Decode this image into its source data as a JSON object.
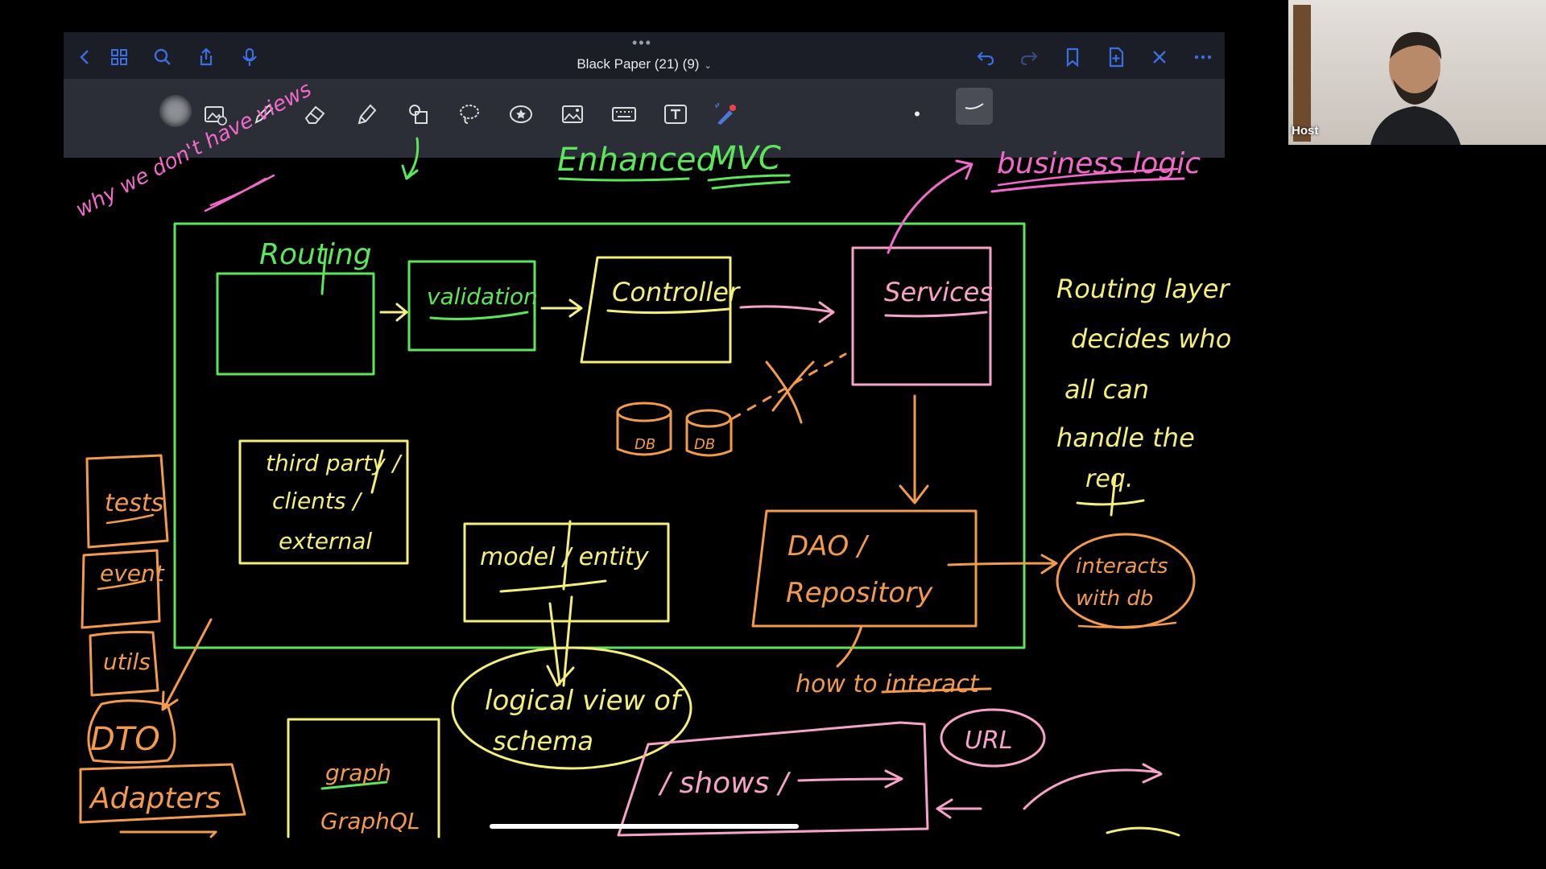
{
  "window": {
    "title": "Black Paper  (21) (9)"
  },
  "topbar": {
    "left_icons": [
      "back-chevron-icon",
      "grid-icon",
      "search-icon",
      "share-icon",
      "microphone-icon"
    ],
    "right_icons": [
      "undo-icon",
      "redo-icon",
      "bookmark-icon",
      "add-page-icon",
      "close-icon",
      "more-icon"
    ]
  },
  "toolbar": {
    "tools": [
      "image-scan-tool-icon",
      "pen-tool-icon",
      "eraser-tool-icon",
      "highlighter-tool-icon",
      "shapes-tool-icon",
      "lasso-tool-icon",
      "sticker-tool-icon",
      "image-tool-icon",
      "keyboard-tool-icon",
      "text-tool-icon",
      "laser-pointer-icon"
    ],
    "dot_size": "•",
    "selected_stroke": "thin-stroke-icon"
  },
  "video": {
    "label": "Host"
  },
  "notes": {
    "why_views": "why we don't have views",
    "title_enhanced": "Enhanced",
    "title_mvc": "MVC",
    "business_logic": "business logic",
    "routing": "Routing",
    "validation": "validation",
    "controller": "Controller",
    "services": "Services",
    "db1": "DB",
    "db2": "DB",
    "routing_note_1": "Routing layer",
    "routing_note_2": "decides who",
    "routing_note_3": "all can",
    "routing_note_4": "handle the",
    "routing_note_5": "req.",
    "third_party_1": "third party /",
    "third_party_2": "clients /",
    "third_party_3": "external",
    "model_entity": "model / entity",
    "dao_1": "DAO /",
    "dao_2": "Repository",
    "interacts_1": "interacts",
    "interacts_2": "with db",
    "tests": "tests",
    "events": "event",
    "utils": "utils",
    "dto": "DTO",
    "adapters": "Adapters",
    "logical_1": "logical view of",
    "logical_2": "schema",
    "how_interact": "how to interact",
    "shows": "/ shows /",
    "url": "URL",
    "graphql_1": "graph",
    "graphql_2": "GraphQL"
  },
  "colors": {
    "green": "#5ce65c",
    "yellow": "#f4ef7a",
    "orange": "#f39a4c",
    "pink": "#f26ac9",
    "light_pink": "#f7a3c8"
  }
}
